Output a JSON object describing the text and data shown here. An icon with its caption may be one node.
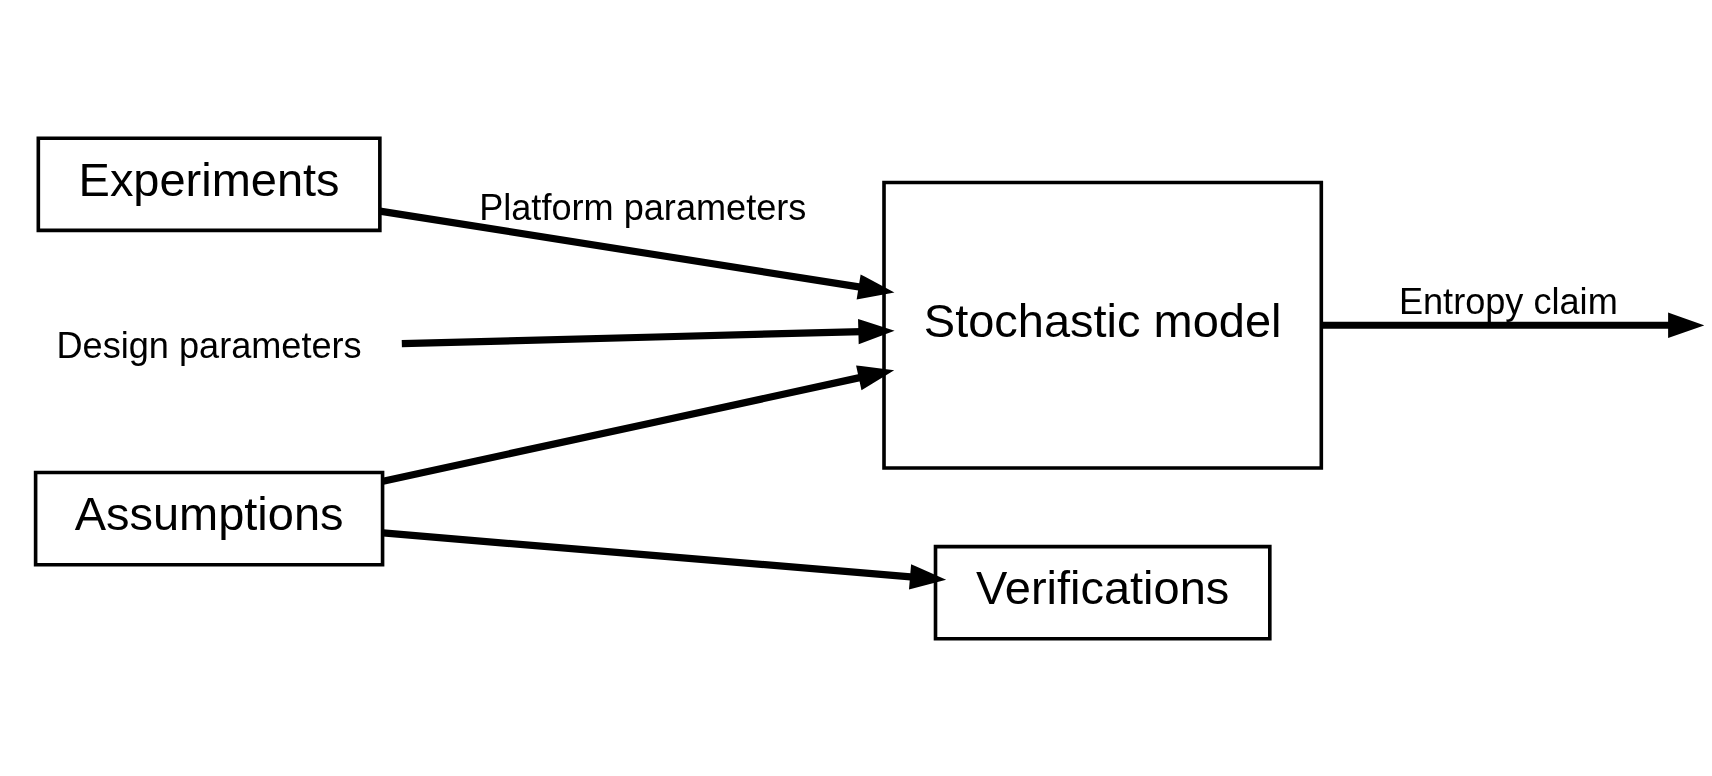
{
  "diagram": {
    "nodes": [
      {
        "text": [
          "Experiments"
        ]
      },
      {
        "text": [
          "Stochastic model"
        ]
      },
      {
        "text": [
          "Design parameters"
        ]
      },
      {
        "text": [
          "Assumptions"
        ]
      },
      {
        "text": [
          "Verifications"
        ]
      }
    ],
    "edges": [
      {
        "from": 0,
        "to": 1,
        "arrow": "to",
        "label": "Platform parameters"
      },
      {
        "from": 1,
        "to": null,
        "arrow": "to",
        "label": "Entropy claim"
      },
      {
        "from": 2,
        "to": 1,
        "arrow": "to"
      },
      {
        "from": 3,
        "to": 1,
        "arrow": "to"
      },
      {
        "from": 3,
        "to": 4,
        "arrow": "to"
      }
    ]
  }
}
